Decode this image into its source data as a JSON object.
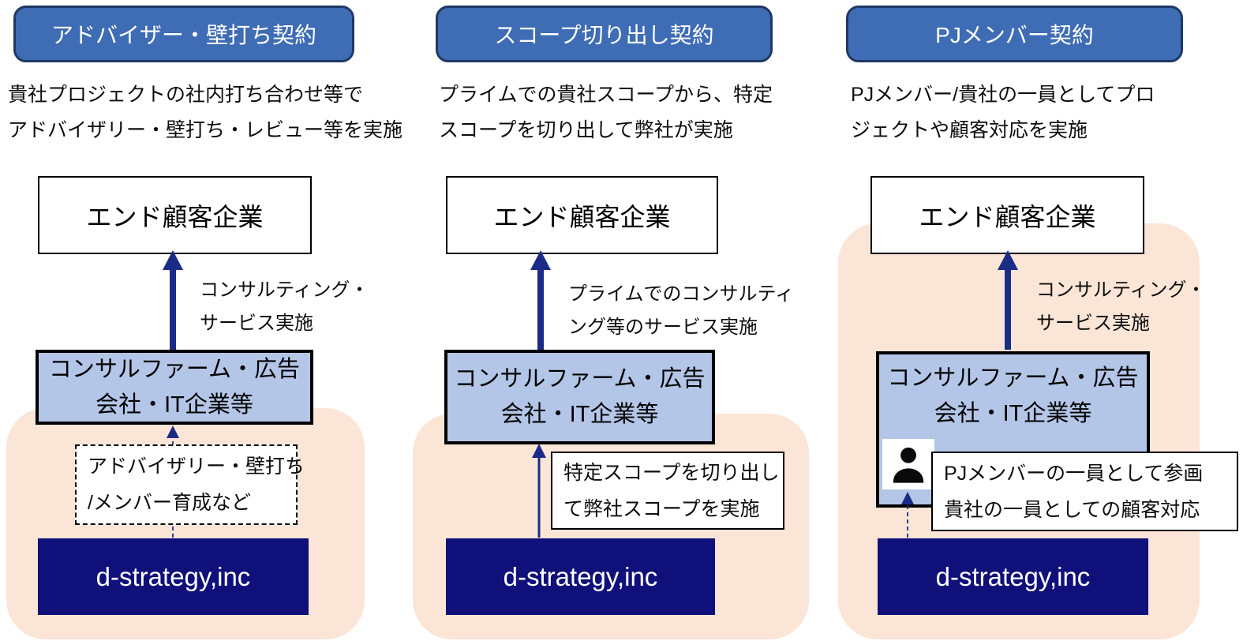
{
  "colors": {
    "header_fill": "#3E6CB5",
    "header_border": "#1F3864",
    "light_blue": "#B4C6E7",
    "navy": "#10107A",
    "arrow": "#1B2C87",
    "peach": "#FBE5D6"
  },
  "icons": {
    "person_icon": "person-silhouette"
  },
  "columns": [
    {
      "header": "アドバイザー・壁打ち契約",
      "description": [
        "貴社プロジェクトの社内打ち合わせ等で",
        "アドバイザリー・壁打ち・レビュー等を実施"
      ],
      "end_customer": "エンド顧客企業",
      "arrow_label": [
        "コンサルティング・",
        "サービス実施"
      ],
      "firm": [
        "コンサルファーム・広告",
        "会社・IT企業等"
      ],
      "note": [
        "アドバイザリー・壁打ち",
        "/メンバー育成など"
      ],
      "company": "d-strategy,inc"
    },
    {
      "header": "スコープ切り出し契約",
      "description": [
        "プライムでの貴社スコープから、特定",
        "スコープを切り出して弊社が実施"
      ],
      "end_customer": "エンド顧客企業",
      "arrow_label": [
        "プライムでのコンサルティ",
        "ング等のサービス実施"
      ],
      "firm": [
        "コンサルファーム・広告",
        "会社・IT企業等"
      ],
      "note": [
        "特定スコープを切り出し",
        "て弊社スコープを実施"
      ],
      "company": "d-strategy,inc"
    },
    {
      "header": "PJメンバー契約",
      "description": [
        "PJメンバー/貴社の一員としてプロ",
        "ジェクトや顧客対応を実施"
      ],
      "end_customer": "エンド顧客企業",
      "arrow_label": [
        "コンサルティング・",
        "サービス実施"
      ],
      "firm": [
        "コンサルファーム・広告",
        "会社・IT企業等"
      ],
      "note": [
        "PJメンバーの一員として参画",
        "貴社の一員としての顧客対応"
      ],
      "company": "d-strategy,inc"
    }
  ]
}
